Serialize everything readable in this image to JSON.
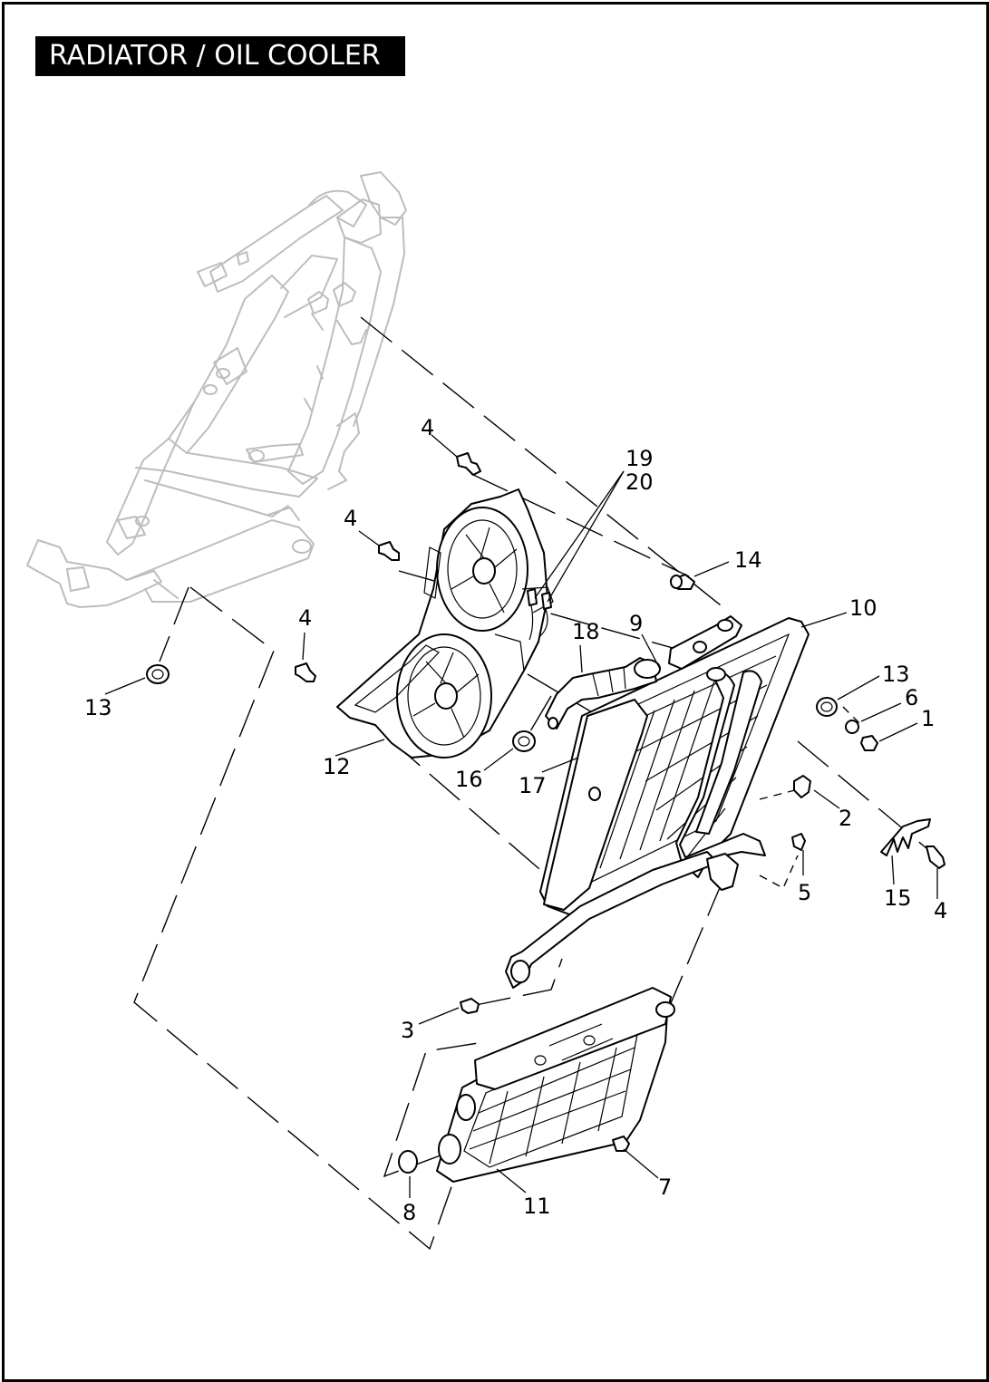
{
  "title": "RADIATOR / OIL COOLER",
  "callouts": {
    "c4a": "4",
    "c1920a": "19",
    "c1920b": "20",
    "c4b": "4",
    "c14": "14",
    "c10": "10",
    "c4c": "4",
    "c18": "18",
    "c9": "9",
    "c13a": "13",
    "c6": "6",
    "c1": "1",
    "c13b": "13",
    "c12": "12",
    "c16": "16",
    "c17": "17",
    "c2": "2",
    "c5": "5",
    "c15": "15",
    "c4d": "4",
    "c3": "3",
    "c7": "7",
    "c8": "8",
    "c11": "11"
  },
  "colors": {
    "ink": "#000000",
    "frame_ghost": "#bdbdbd",
    "title_bg": "#000000",
    "title_text": "#ffffff"
  }
}
